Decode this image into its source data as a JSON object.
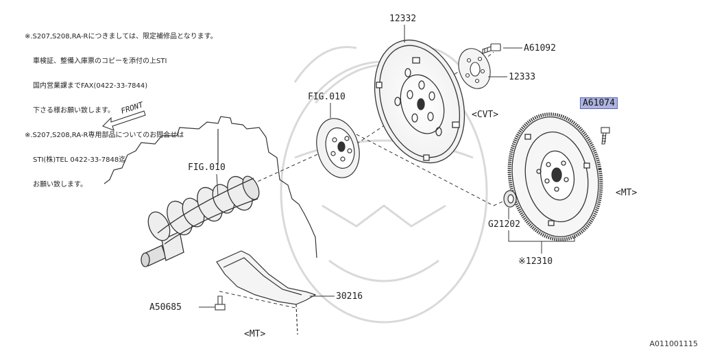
{
  "notes": [
    "※.S207,S208,RA-Rにつきましては、限定補修品となります。",
    "車検証、整備入庫票のコピーを添付の上STI",
    "国内営業課までFAX(0422-33-7844)",
    "下さる様お願い致します。",
    "※.S207,S208,RA-R専用部品についてのお問合せは",
    "STI(株)TEL 0422-33-7848迄",
    "お願い致します。"
  ],
  "front_label": "FRONT",
  "labels": {
    "p12332": "12332",
    "a61092": "A61092",
    "p12333": "12333",
    "fig010_top": "FIG.010",
    "cvt": "<CVT>",
    "a61074": "A61074",
    "fig010_left": "FIG.010",
    "mt_right": "<MT>",
    "g21202": "G21202",
    "p12310": "※12310",
    "p30216": "30216",
    "a50685": "A50685",
    "mt_bottom": "<MT>"
  },
  "catalog_number": "A011001115",
  "colors": {
    "line": "#333333",
    "highlight_fill": "#aeb4e0",
    "highlight_border": "#5a63b8",
    "watermark": "#d9d9d9"
  }
}
